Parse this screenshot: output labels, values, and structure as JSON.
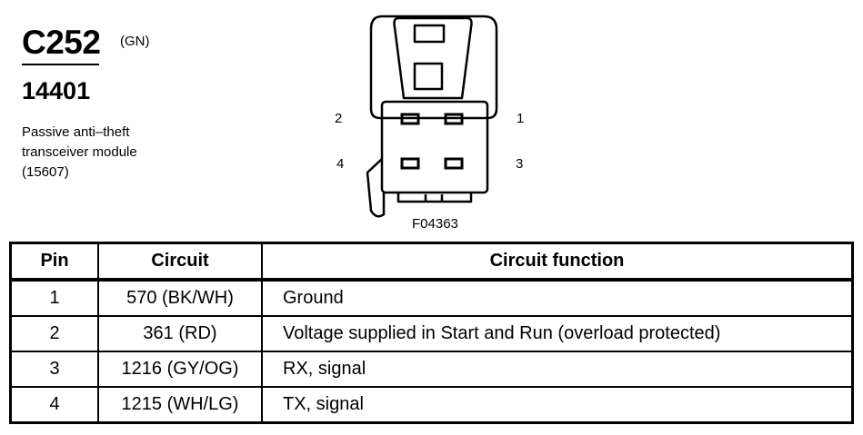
{
  "header": {
    "connector_id": "C252",
    "color_code": "(GN)",
    "part_number": "14401",
    "description_lines": [
      "Passive anti–theft",
      "transceiver module",
      "(15607)"
    ]
  },
  "diagram": {
    "pin_labels": {
      "pin2": "2",
      "pin1": "1",
      "pin4": "4",
      "pin3": "3"
    },
    "figure_code": "F04363"
  },
  "table": {
    "headers": {
      "pin": "Pin",
      "circuit": "Circuit",
      "function": "Circuit function"
    },
    "rows": [
      {
        "pin": "1",
        "circuit": "570 (BK/WH)",
        "function": "Ground"
      },
      {
        "pin": "2",
        "circuit": "361 (RD)",
        "function": "Voltage supplied in Start and Run (overload protected)"
      },
      {
        "pin": "3",
        "circuit": "1216 (GY/OG)",
        "function": "RX, signal"
      },
      {
        "pin": "4",
        "circuit": "1215 (WH/LG)",
        "function": "TX, signal"
      }
    ]
  }
}
